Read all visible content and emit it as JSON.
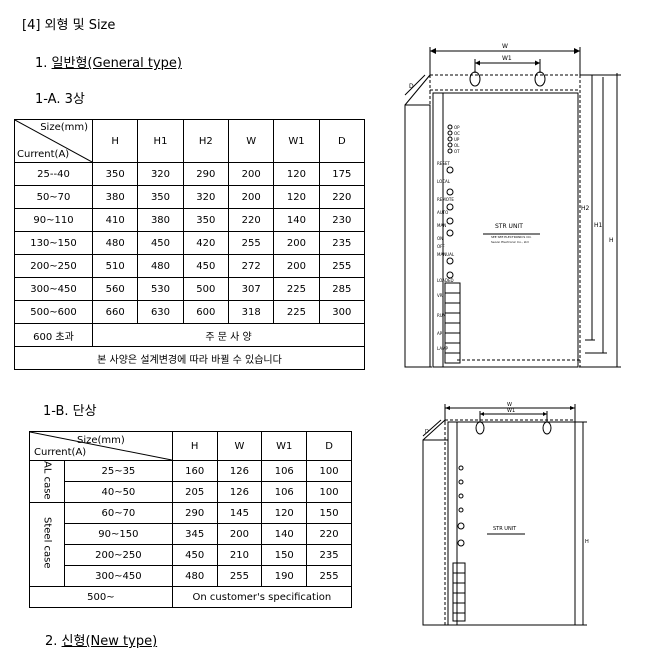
{
  "section_title": "[4] 외형 및 Size",
  "general": {
    "number": "1. ",
    "title": "일반형(General type)",
    "three_phase": {
      "title": "1-A. 3상",
      "size_label": "Size(mm)",
      "current_label": "Current(A)",
      "columns": [
        "H",
        "H1",
        "H2",
        "W",
        "W1",
        "D"
      ],
      "rows": [
        {
          "current": "25--40",
          "values": [
            "350",
            "320",
            "290",
            "200",
            "120",
            "175"
          ]
        },
        {
          "current": "50~70",
          "values": [
            "380",
            "350",
            "320",
            "200",
            "120",
            "220"
          ]
        },
        {
          "current": "90~110",
          "values": [
            "410",
            "380",
            "350",
            "220",
            "140",
            "230"
          ]
        },
        {
          "current": "130~150",
          "values": [
            "480",
            "450",
            "420",
            "255",
            "200",
            "235"
          ]
        },
        {
          "current": "200~250",
          "values": [
            "510",
            "480",
            "450",
            "272",
            "200",
            "255"
          ]
        },
        {
          "current": "300~450",
          "values": [
            "560",
            "530",
            "500",
            "307",
            "225",
            "285"
          ]
        },
        {
          "current": "500~600",
          "values": [
            "660",
            "630",
            "600",
            "318",
            "225",
            "300"
          ]
        }
      ],
      "over_label": "600 초과",
      "order_note": "주 문 사 양",
      "footnote": "본 사양은 설계변경에 따라 바뀔 수 있습니다"
    },
    "single_phase": {
      "title": "1-B. 단상",
      "size_label": "Size(mm)",
      "current_label": "Current(A)",
      "columns": [
        "H",
        "W",
        "W1",
        "D"
      ],
      "al_case": "AL case",
      "steel_case": "Steel case",
      "al_rows": [
        {
          "current": "25~35",
          "values": [
            "160",
            "126",
            "106",
            "100"
          ]
        },
        {
          "current": "40~50",
          "values": [
            "205",
            "126",
            "106",
            "100"
          ]
        }
      ],
      "steel_rows": [
        {
          "current": "60~70",
          "values": [
            "290",
            "145",
            "120",
            "150"
          ]
        },
        {
          "current": "90~150",
          "values": [
            "345",
            "200",
            "140",
            "220"
          ]
        },
        {
          "current": "200~250",
          "values": [
            "450",
            "210",
            "150",
            "235"
          ]
        },
        {
          "current": "300~450",
          "values": [
            "480",
            "255",
            "190",
            "255"
          ]
        }
      ],
      "over_label": "500~",
      "custom_note": "On customer's specification"
    }
  },
  "new_type": {
    "number": "2. ",
    "title": "신형(New type)"
  },
  "drawing_3phase": {
    "dim_w": "W",
    "dim_w1": "W1",
    "dim_d": "D",
    "dim_h": "H",
    "dim_h1": "H1",
    "dim_h2": "H2",
    "indicators": [
      "OP",
      "OC",
      "UP",
      "OL",
      "OT"
    ],
    "labels": [
      "RESET",
      "LOCAL",
      "REMOTE",
      "AUTO",
      "MAN",
      "ON",
      "OFF",
      "MANUAL",
      "LOADED",
      "VR",
      "RUN",
      "AP",
      "LAMP"
    ],
    "unit_name": "STR UNIT",
    "unit_sub1": "SEE SEE ELECTRONICS CO.",
    "unit_sub2": "Seoon Electronic Co., Ltd"
  },
  "drawing_1phase": {
    "dim_w": "W",
    "dim_w1": "W1",
    "dim_d": "D",
    "dim_h": "H",
    "unit_name": "STR UNIT"
  }
}
